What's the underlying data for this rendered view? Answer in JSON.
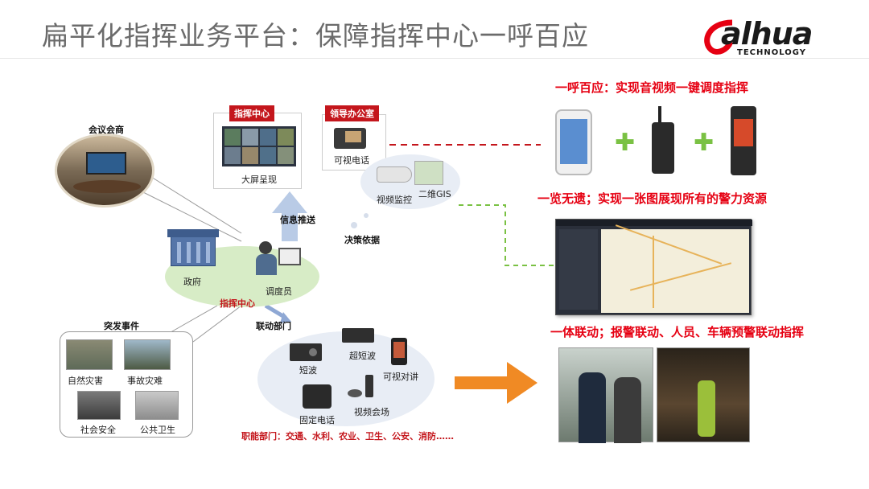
{
  "slide": {
    "title": "扁平化指挥业务平台：保障指挥中心一呼百应",
    "logo": {
      "brand": "alhua",
      "sub": "TECHNOLOGY"
    }
  },
  "diagram": {
    "meeting": "会议会商",
    "command_center_tag": "指挥中心",
    "big_screen": "大屏呈现",
    "leader_office_tag": "领导办公室",
    "video_phone": "可视电话",
    "video_monitor": "视频监控",
    "gis": "二维GIS",
    "info_push": "信息推送",
    "decision_basis": "决策依据",
    "government": "政府",
    "dispatcher": "调度员",
    "command_center_label": "指挥中心",
    "linked_depts": "联动部门",
    "emergency_events": "突发事件",
    "events": [
      "自然灾害",
      "事故灾难",
      "社会安全",
      "公共卫生"
    ],
    "devices": {
      "shortwave": "短波",
      "ultrashortwave": "超短波",
      "video_intercom": "可视对讲",
      "fixed_phone": "固定电话",
      "video_conference": "视频会场"
    },
    "functional_depts": "职能部门：交通、水利、农业、卫生、公安、消防……"
  },
  "right": {
    "heading1": "一呼百应：实现音视频一键调度指挥",
    "heading2": "一览无遗；实现一张图展现所有的警力资源",
    "heading3": "一体联动；报警联动、人员、车辆预警联动指挥"
  },
  "colors": {
    "accent_red": "#e60012",
    "tag_red": "#c4161c",
    "plus_green": "#7ac143",
    "arrow_orange": "#f08a24",
    "cloud_blue": "#e8edf5"
  }
}
